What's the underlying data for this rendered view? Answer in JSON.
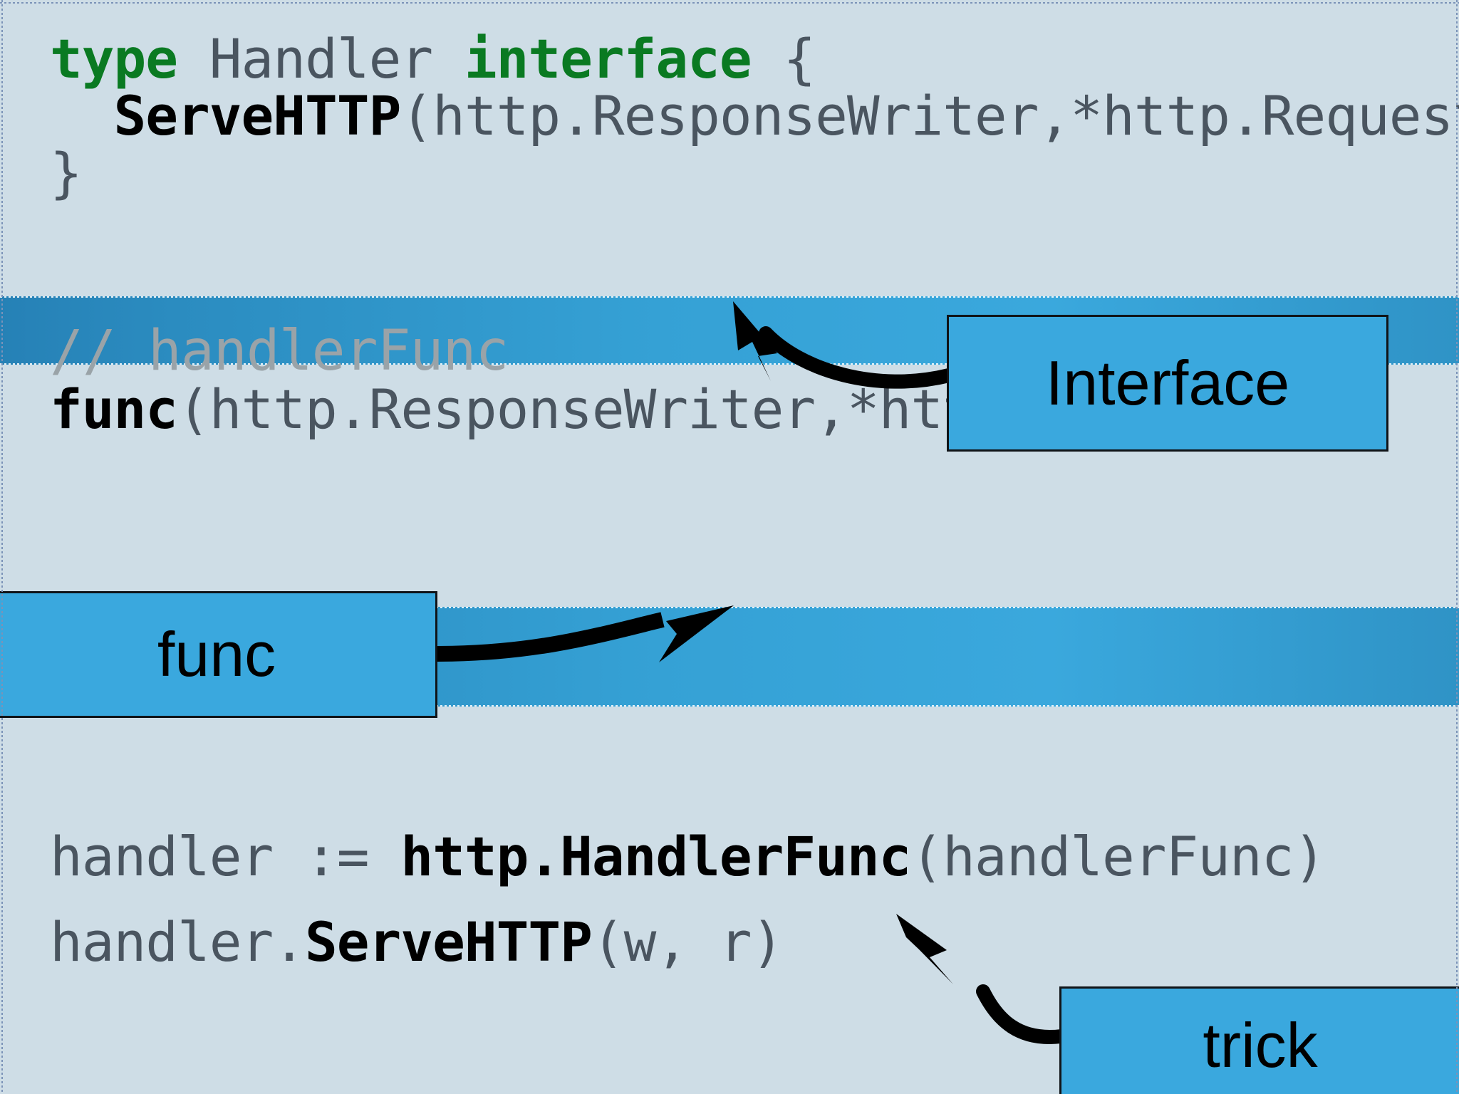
{
  "slide": {
    "background_color": "#cedde6",
    "stripe_color_start": "#2681b6",
    "stripe_color_end": "#3aa8dd",
    "callout_fill": "#3aa8de",
    "callout_border": "#101418",
    "keyword_color": "#0a7a22",
    "code_color": "#4a5560",
    "comment_color": "#9aa3a8"
  },
  "code": {
    "block1": {
      "line1": {
        "kw1": "type",
        "sp1": " ",
        "name": "Handler",
        "sp2": " ",
        "kw2": "interface",
        "sp3": " ",
        "brace": "{"
      },
      "line2": {
        "indent": "  ",
        "method": "ServeHTTP",
        "signature": "(http.ResponseWriter,*http.Request)"
      },
      "line3": {
        "brace": "}"
      }
    },
    "block2": {
      "comment": "// handlerFunc",
      "func_kw": "func",
      "signature": "(http.ResponseWriter,*http.Request)"
    },
    "block3": {
      "line1_pre": "handler := ",
      "line1_bold": "http.HandlerFunc",
      "line1_post": "(handlerFunc)",
      "line2_pre": "handler.",
      "line2_bold": "ServeHTTP",
      "line2_post": "(w, r)"
    }
  },
  "callouts": [
    {
      "id": "interface",
      "label": "Interface"
    },
    {
      "id": "func",
      "label": "func"
    },
    {
      "id": "trick",
      "label": "trick"
    }
  ]
}
